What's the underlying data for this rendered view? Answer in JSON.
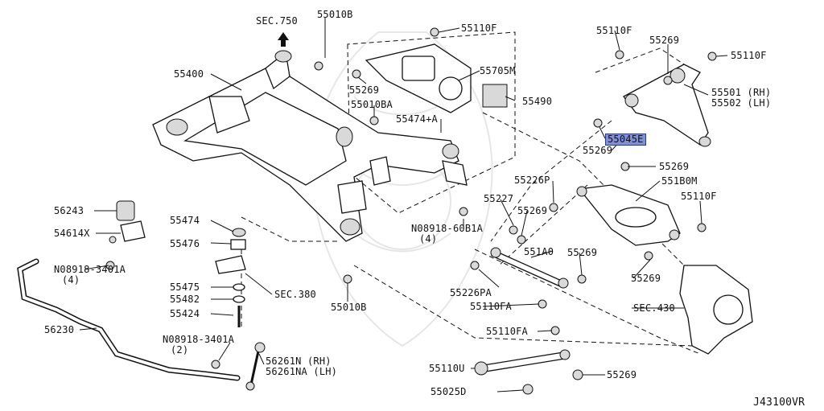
{
  "diagram_code": "J43100VR",
  "sec_750": "SEC.750",
  "sec_380": "SEC.380",
  "sec_430": "SEC.430",
  "highlight_color": "#7f8fd9",
  "labels": {
    "p55010B_top": "55010B",
    "p55110F_top": "55110F",
    "p55110F_a": "55110F",
    "p55269_a": "55269",
    "p55110F_b": "55110F",
    "p55400": "55400",
    "p55269_b": "55269",
    "p55705M": "55705M",
    "p55501": "55501 (RH)",
    "p55502": "55502 (LH)",
    "p55010BA": "55010BA",
    "p55490": "55490",
    "p55474A": "55474+A",
    "p55045E": "55045E",
    "p55269_c": "55269",
    "p55269_d": "55269",
    "p55226P": "55226P",
    "p551B0M": "551B0M",
    "p55227": "55227",
    "p55269_e": "55269",
    "p55110F_c": "55110F",
    "p56243": "56243",
    "p55474": "55474",
    "p08918_60B1A": "N08918-60B1A",
    "p08918_60B1A_q": "(4)",
    "p54614X": "54614X",
    "p55476": "55476",
    "p551A0": "551A0",
    "p55269_f": "55269",
    "p08918_3401A_a": "N08918-3401A",
    "p08918_3401A_a_q": "(4)",
    "p55226PA": "55226PA",
    "p55269_g": "55269",
    "p55475": "55475",
    "p55482": "55482",
    "p55424": "55424",
    "p55110FA_a": "55110FA",
    "p55010B_bot": "55010B",
    "p56230": "56230",
    "p55110FA_b": "55110FA",
    "p08918_3401A_b": "N08918-3401A",
    "p08918_3401A_b_q": "(2)",
    "p56261N": "56261N (RH)",
    "p56261NA": "56261NA (LH)",
    "p55110U": "55110U",
    "p55269_h": "55269",
    "p55025D": "55025D"
  }
}
